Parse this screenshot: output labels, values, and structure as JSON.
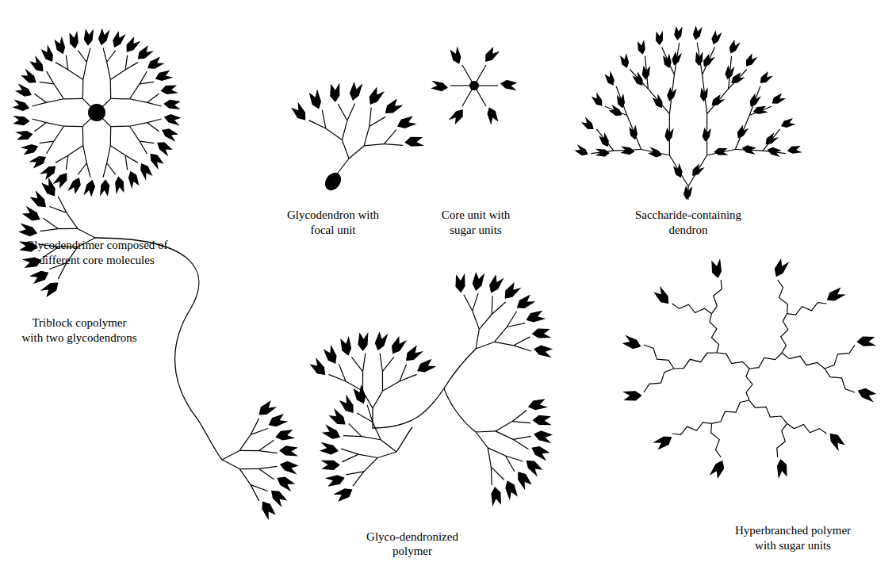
{
  "diagram": {
    "labels": [
      "Glycodendrimer composed of different core molecules",
      "Glycodendron with focal unit",
      "Core unit with sugar units",
      "Saccharide-containing dendron",
      "Triblock copolymer with two glycodendrons",
      "Glyco-dendronized polymer",
      "Hyperbranched polymer with sugar units"
    ]
  }
}
